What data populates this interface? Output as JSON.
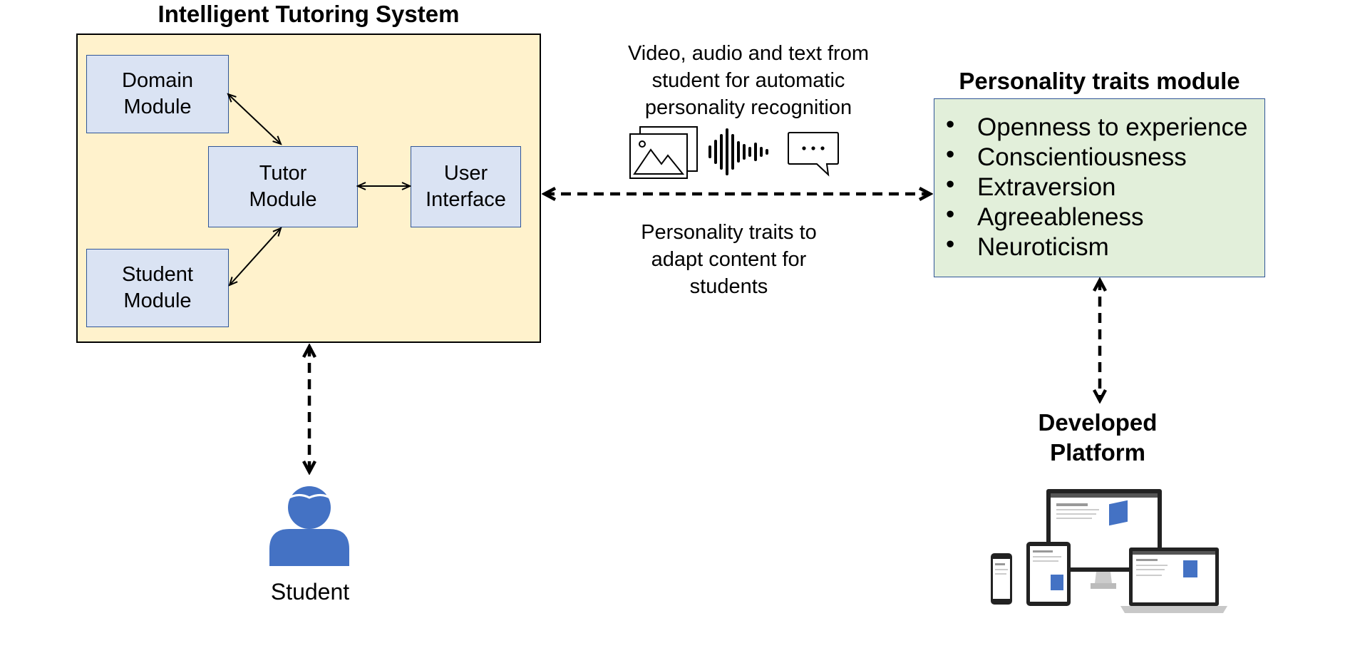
{
  "its": {
    "title": "Intelligent Tutoring System",
    "domain_module": [
      "Domain",
      "Module"
    ],
    "tutor_module": [
      "Tutor",
      "Module"
    ],
    "user_interface": [
      "User",
      "Interface"
    ],
    "student_module": [
      "Student",
      "Module"
    ]
  },
  "input_caption": [
    "Video, audio and text from",
    "student for automatic",
    "personality recognition"
  ],
  "output_caption": [
    "Personality traits to",
    "adapt content for",
    "students"
  ],
  "ptm": {
    "title": "Personality traits module",
    "bullet": "•",
    "traits": [
      "Openness to experience",
      "Conscientiousness",
      "Extraversion",
      "Agreeableness",
      "Neuroticism"
    ]
  },
  "platform": {
    "title": [
      "Developed",
      "Platform"
    ]
  },
  "student": {
    "label": "Student"
  },
  "colors": {
    "its_fill": "#fff2cc",
    "module_fill": "#dae3f3",
    "module_border": "#2f5597",
    "ptm_fill": "#e2efda",
    "student_icon": "#4472c4"
  },
  "icons": [
    "image-icon",
    "audio-waveform-icon",
    "chat-bubble-icon",
    "student-icon",
    "devices-icon"
  ]
}
